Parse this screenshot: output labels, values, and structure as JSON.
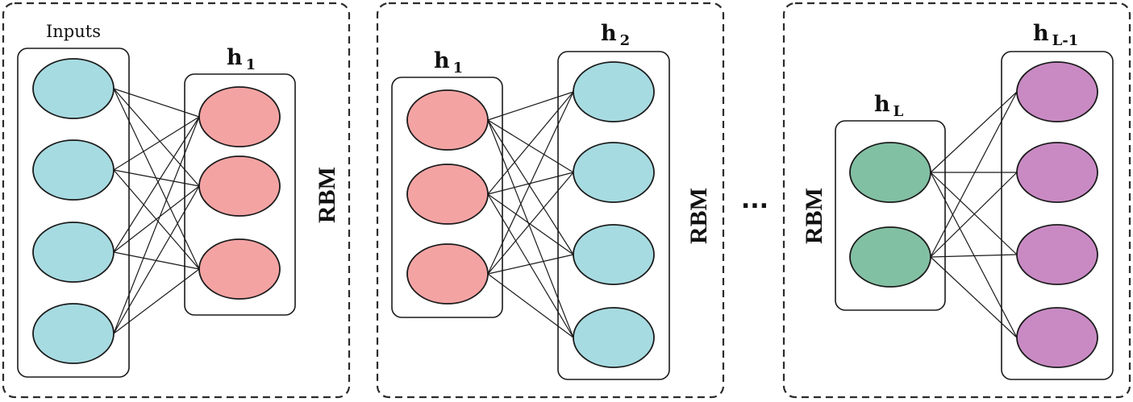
{
  "colors": {
    "input_node": "#a6dbe1",
    "hidden1_node": "#f4a3a3",
    "hidden2_node": "#a6dbe1",
    "hiddenL_node": "#82c0a3",
    "hiddenLm1_node": "#c98ac4"
  },
  "panels": [
    {
      "left_layer": {
        "label": "Inputs",
        "node_count": 4,
        "node_color_key": "input_node"
      },
      "right_layer": {
        "label_main": "h",
        "label_sub": "1",
        "node_count": 3,
        "node_color_key": "hidden1_node"
      },
      "rbm_label": "RBM"
    },
    {
      "left_layer": {
        "label_main": "h",
        "label_sub": "1",
        "node_count": 3,
        "node_color_key": "hidden1_node"
      },
      "right_layer": {
        "label_main": "h",
        "label_sub": "2",
        "node_count": 4,
        "node_color_key": "hidden2_node"
      },
      "rbm_label": "RBM"
    },
    {
      "left_layer": {
        "label_main": "h",
        "label_sub": "L",
        "node_count": 2,
        "node_color_key": "hiddenL_node"
      },
      "right_layer": {
        "label_main": "h",
        "label_sub": "L-1",
        "node_count": 4,
        "node_color_key": "hiddenLm1_node"
      },
      "rbm_label": "RBM"
    }
  ],
  "ellipsis": "..."
}
